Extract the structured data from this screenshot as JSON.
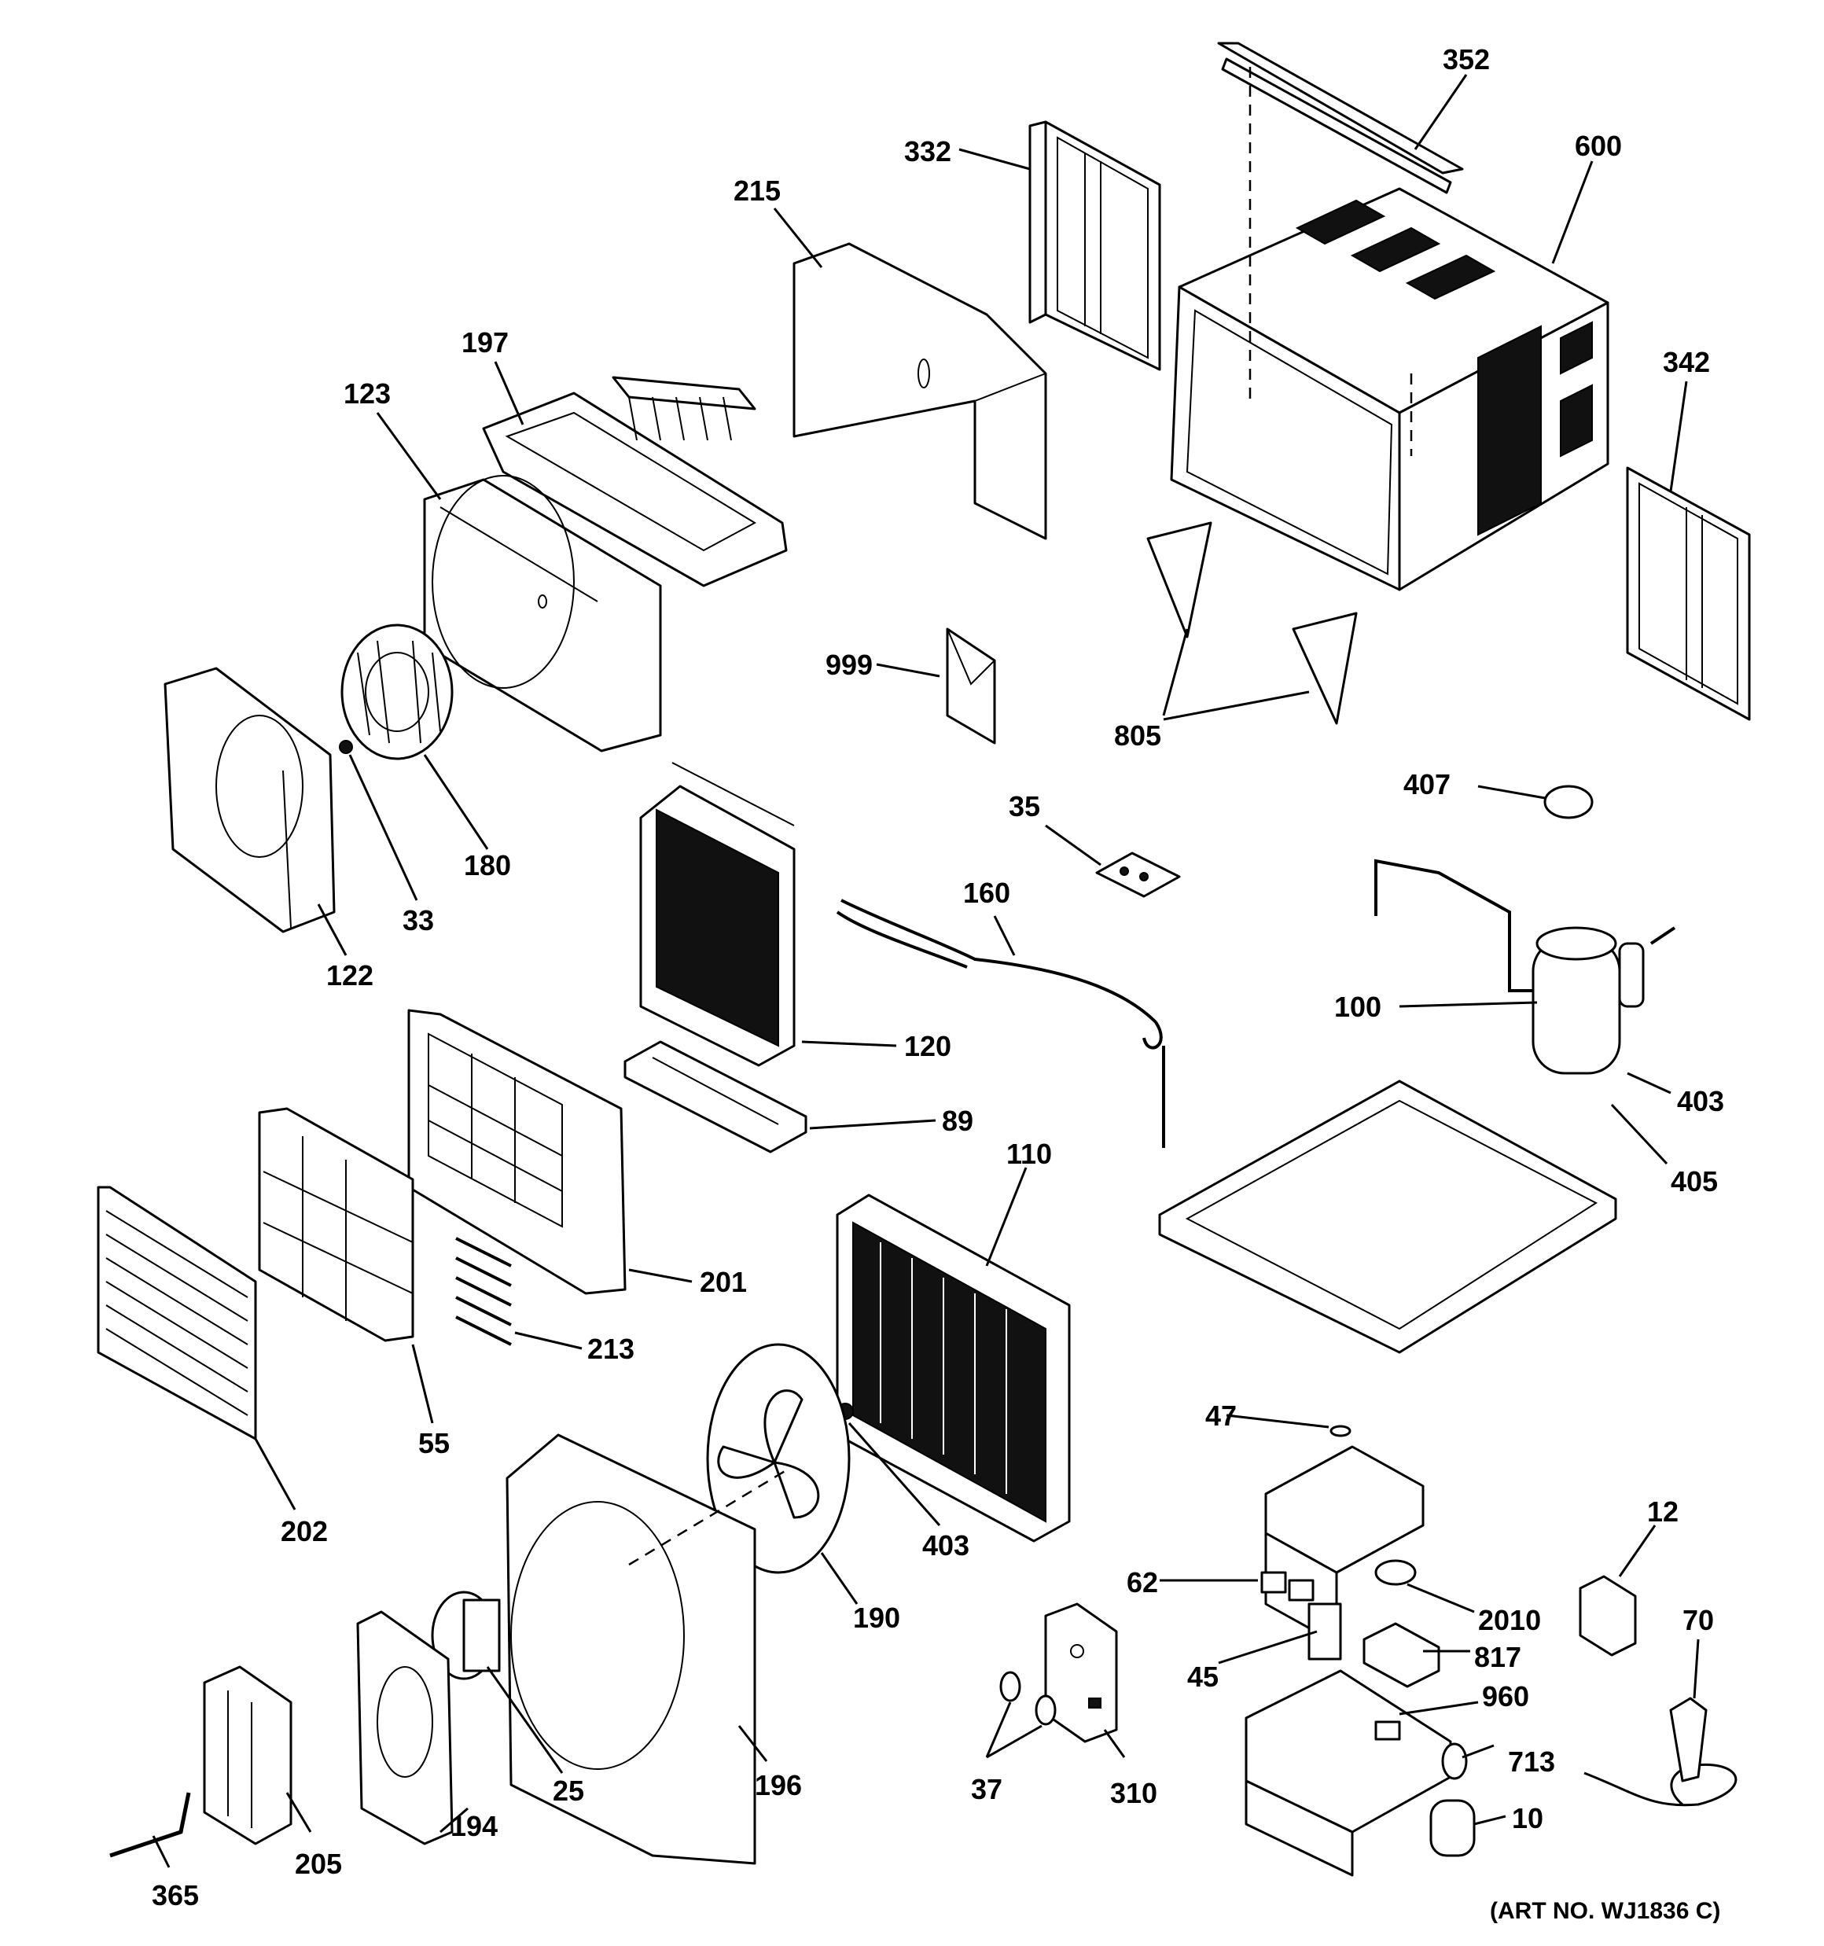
{
  "diagram": {
    "art_number": "(ART NO. WJ1836 C)",
    "callouts": [
      {
        "id": "352",
        "label": "352"
      },
      {
        "id": "600",
        "label": "600"
      },
      {
        "id": "332",
        "label": "332"
      },
      {
        "id": "215",
        "label": "215"
      },
      {
        "id": "197",
        "label": "197"
      },
      {
        "id": "123",
        "label": "123"
      },
      {
        "id": "342",
        "label": "342"
      },
      {
        "id": "999",
        "label": "999"
      },
      {
        "id": "805",
        "label": "805"
      },
      {
        "id": "180",
        "label": "180"
      },
      {
        "id": "33",
        "label": "33"
      },
      {
        "id": "122",
        "label": "122"
      },
      {
        "id": "35",
        "label": "35"
      },
      {
        "id": "407",
        "label": "407"
      },
      {
        "id": "160",
        "label": "160"
      },
      {
        "id": "100",
        "label": "100"
      },
      {
        "id": "120",
        "label": "120"
      },
      {
        "id": "403a",
        "label": "403"
      },
      {
        "id": "89",
        "label": "89"
      },
      {
        "id": "405",
        "label": "405"
      },
      {
        "id": "110",
        "label": "110"
      },
      {
        "id": "201",
        "label": "201"
      },
      {
        "id": "213",
        "label": "213"
      },
      {
        "id": "55",
        "label": "55"
      },
      {
        "id": "202",
        "label": "202"
      },
      {
        "id": "403b",
        "label": "403"
      },
      {
        "id": "47",
        "label": "47"
      },
      {
        "id": "190",
        "label": "190"
      },
      {
        "id": "12",
        "label": "12"
      },
      {
        "id": "62",
        "label": "62"
      },
      {
        "id": "2010",
        "label": "2010"
      },
      {
        "id": "70",
        "label": "70"
      },
      {
        "id": "817",
        "label": "817"
      },
      {
        "id": "45",
        "label": "45"
      },
      {
        "id": "960",
        "label": "960"
      },
      {
        "id": "713",
        "label": "713"
      },
      {
        "id": "25",
        "label": "25"
      },
      {
        "id": "196",
        "label": "196"
      },
      {
        "id": "37",
        "label": "37"
      },
      {
        "id": "310",
        "label": "310"
      },
      {
        "id": "10",
        "label": "10"
      },
      {
        "id": "194",
        "label": "194"
      },
      {
        "id": "205",
        "label": "205"
      },
      {
        "id": "365",
        "label": "365"
      }
    ]
  }
}
